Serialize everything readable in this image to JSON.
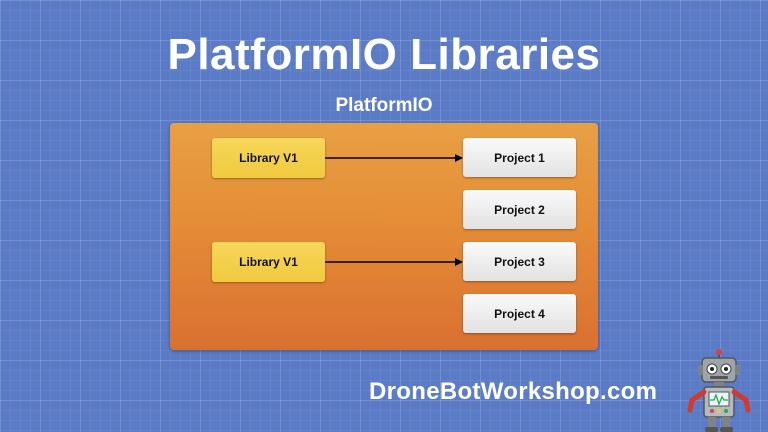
{
  "title": "PlatformIO Libraries",
  "diagram": {
    "container_label": "PlatformIO",
    "libraries": [
      {
        "label": "Library V1"
      },
      {
        "label": "Library V1"
      }
    ],
    "projects": [
      {
        "label": "Project 1"
      },
      {
        "label": "Project 2"
      },
      {
        "label": "Project 3"
      },
      {
        "label": "Project 4"
      }
    ],
    "connections": [
      {
        "from": "Library V1 (top)",
        "to": "Project 1"
      },
      {
        "from": "Library V1 (bottom)",
        "to": "Project 3"
      }
    ]
  },
  "footer": {
    "website": "DroneBotWorkshop.com",
    "mascot_icon": "robot-icon"
  },
  "colors": {
    "background": "#5b7bc6",
    "container": "#e58c37",
    "library_box": "#f0c93f",
    "project_box": "#eeeeee",
    "text_light": "#ffffff"
  }
}
